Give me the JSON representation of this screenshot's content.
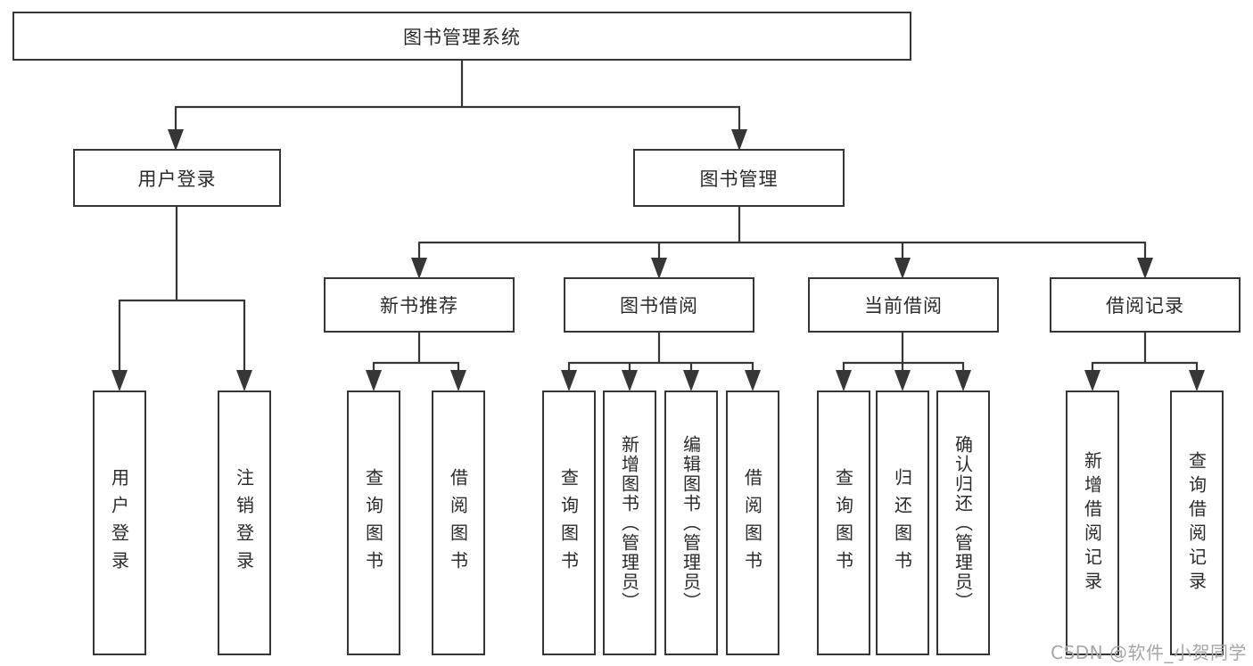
{
  "diagram": {
    "root": {
      "label": "图书管理系统"
    },
    "user_login": {
      "label": "用户登录",
      "children": [
        {
          "label": "用户登录"
        },
        {
          "label": "注销登录"
        }
      ]
    },
    "book_mgmt": {
      "label": "图书管理",
      "children": [
        {
          "label": "新书推荐",
          "children": [
            {
              "label": "查询图书"
            },
            {
              "label": "借阅图书"
            }
          ]
        },
        {
          "label": "图书借阅",
          "children": [
            {
              "label": "查询图书"
            },
            {
              "label": "新增图书（管理员）"
            },
            {
              "label": "编辑图书（管理员）"
            },
            {
              "label": "借阅图书"
            }
          ]
        },
        {
          "label": "当前借阅",
          "children": [
            {
              "label": "查询图书"
            },
            {
              "label": "归还图书"
            },
            {
              "label": "确认归还（管理员）"
            }
          ]
        },
        {
          "label": "借阅记录",
          "children": [
            {
              "label": "新增借阅记录"
            },
            {
              "label": "查询借阅记录"
            }
          ]
        }
      ]
    }
  },
  "watermark": "CSDN @软件_小贺同学",
  "colors": {
    "line": "#363636",
    "box_border": "#363636",
    "text": "#2b2b2b",
    "watermark_text": "#a6a6a6",
    "background": "#ffffff"
  }
}
